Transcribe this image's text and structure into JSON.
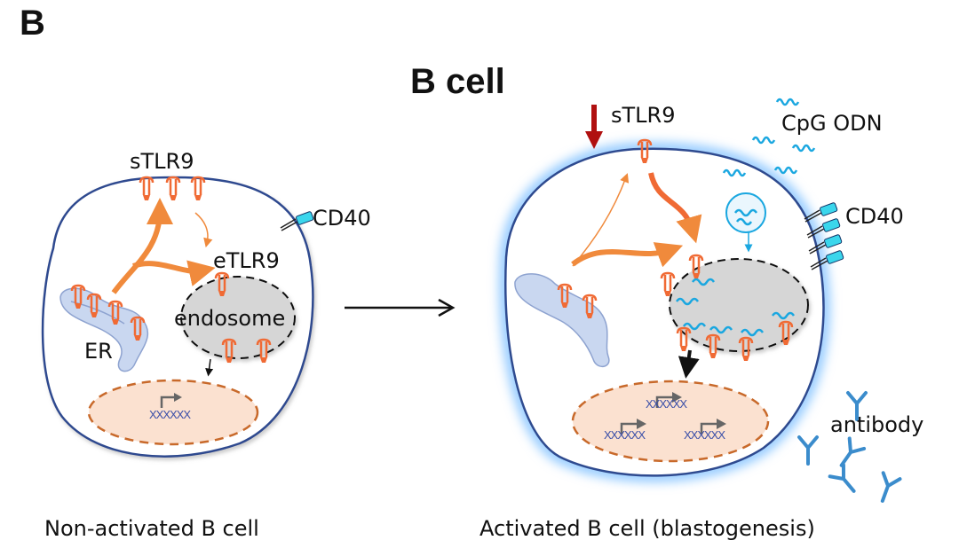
{
  "figure": {
    "panel_label": "B",
    "title": "B cell"
  },
  "left_cell": {
    "caption": "Non-activated B cell",
    "labels": {
      "stlr9": "sTLR9",
      "cd40": "CD40",
      "etlr9": "eTLR9",
      "endosome": "endosome",
      "er": "ER",
      "dna": "XXXXXX"
    }
  },
  "right_cell": {
    "caption": "Activated B cell (blastogenesis)",
    "labels": {
      "stlr9": "sTLR9",
      "cpg": "CpG ODN",
      "cd40": "CD40",
      "antibody": "antibody",
      "dna": "XXXXXX"
    }
  },
  "colors": {
    "membrane": "#2e4a8f",
    "glow": "#8ec8ff",
    "tlr": "#f06a34",
    "arrow_orange": "#f08a3c",
    "cpg": "#1aa7e0",
    "cd40": "#3ad6ec",
    "nucleus_fill": "#fbe1d0",
    "nucleus_border": "#c8692a",
    "endosome_fill": "#d6d6d6",
    "er_fill": "#c9d7f0",
    "antibody": "#3b8ccc",
    "down_arrow": "#b01010",
    "dna": "#3b4fa8"
  }
}
